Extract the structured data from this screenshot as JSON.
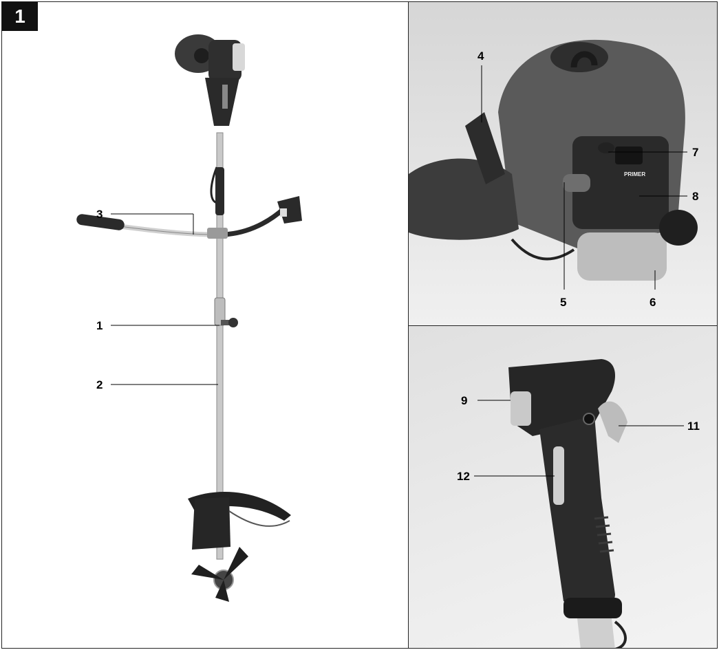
{
  "figure": {
    "number": "1"
  },
  "labels": {
    "l1": "1",
    "l2": "2",
    "l3": "3",
    "l4": "4",
    "l5": "5",
    "l6": "6",
    "l7": "7",
    "l8": "8",
    "l9": "9",
    "l11": "11",
    "l12": "12"
  },
  "engine_cover_text": "PRIMER",
  "colors": {
    "frame": "#222222",
    "badge": "#111111",
    "plastic": "#2b2b2b",
    "shaft": "#c8c8c8"
  }
}
